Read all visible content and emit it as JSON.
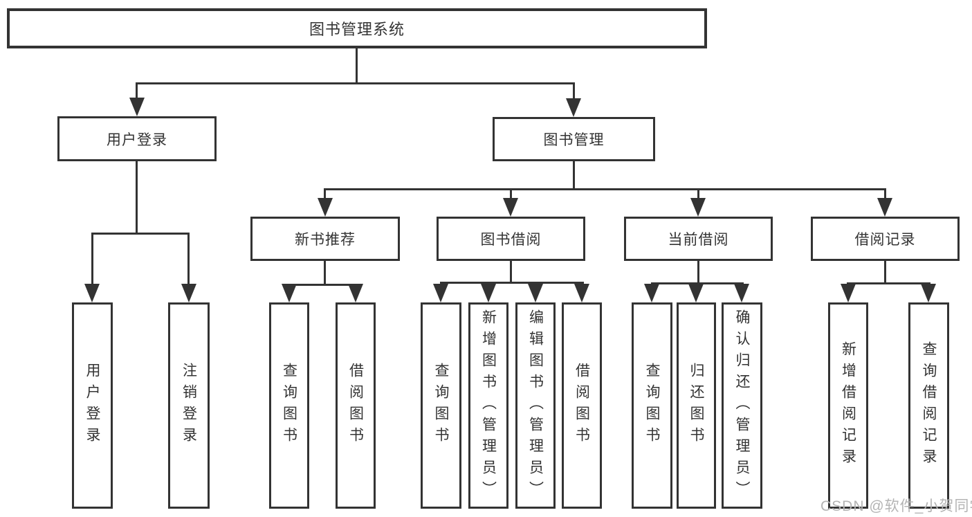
{
  "title": "图书管理系统",
  "level2": [
    {
      "label": "用户登录",
      "children": [
        "用户登录",
        "注销登录"
      ]
    },
    {
      "label": "图书管理"
    }
  ],
  "level3": [
    {
      "label": "新书推荐",
      "children": [
        "查询图书",
        "借阅图书"
      ]
    },
    {
      "label": "图书借阅",
      "children": [
        "查询图书",
        "新增图书（管理员）",
        "编辑图书（管理员）",
        "借阅图书"
      ]
    },
    {
      "label": "当前借阅",
      "children": [
        "查询图书",
        "归还图书",
        "确认归还（管理员）"
      ]
    },
    {
      "label": "借阅记录",
      "children": [
        "新增借阅记录",
        "查询借阅记录"
      ]
    }
  ],
  "watermark": "CSDN @软件_小贺同学",
  "colors": {
    "line": "#333333",
    "box_border": "#333333",
    "box_fill": "#ffffff",
    "text": "#333333",
    "watermark": "#b4b4b4",
    "background": "#ffffff"
  }
}
